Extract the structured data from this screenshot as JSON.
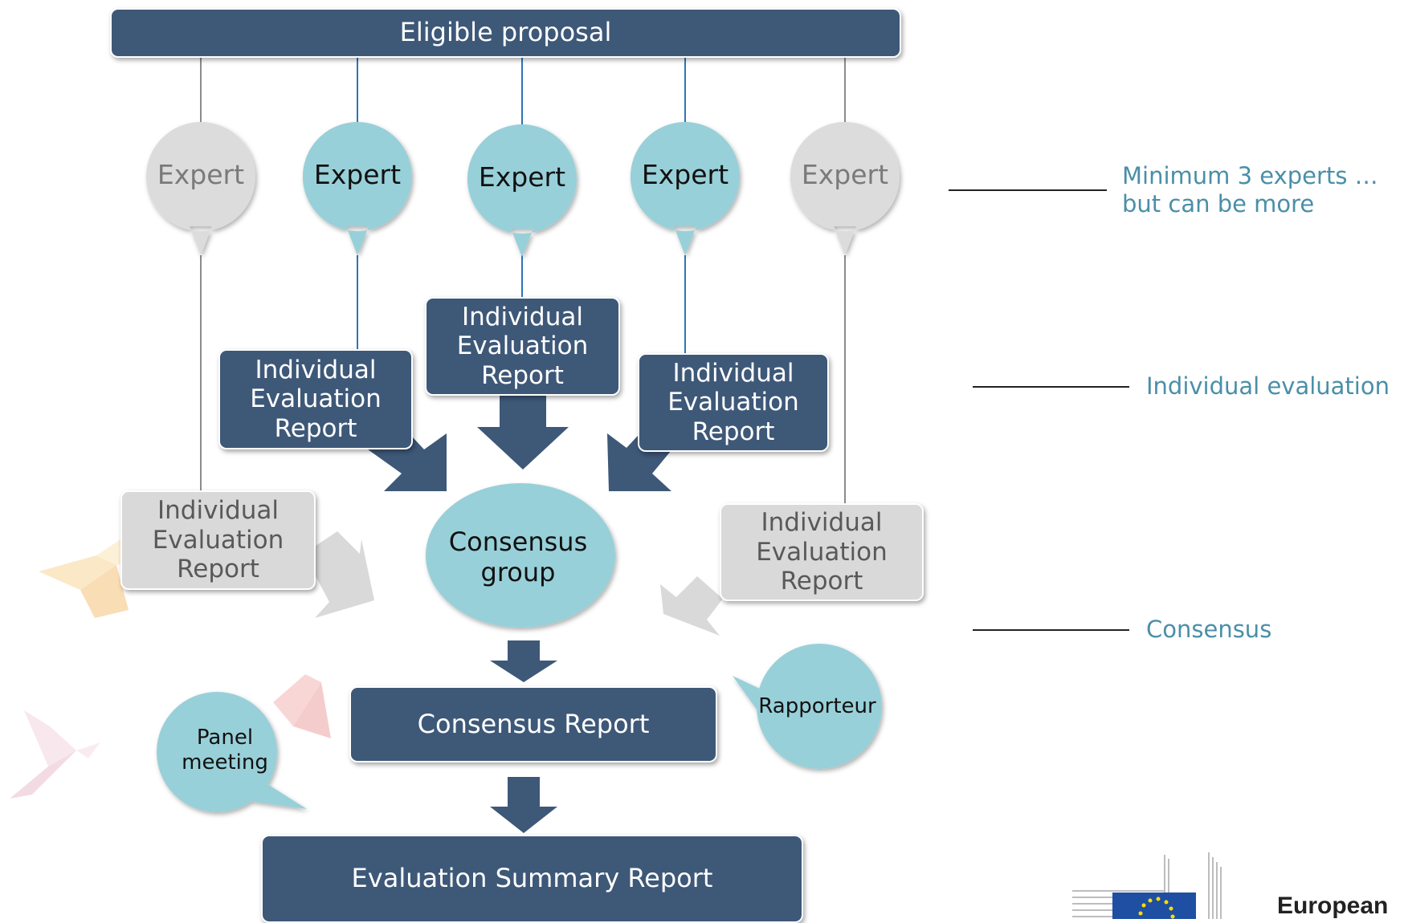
{
  "diagram": {
    "top_box": "Eligible proposal",
    "experts": [
      {
        "label": "Expert",
        "style": "optional"
      },
      {
        "label": "Expert",
        "style": "required"
      },
      {
        "label": "Expert",
        "style": "required"
      },
      {
        "label": "Expert",
        "style": "required"
      },
      {
        "label": "Expert",
        "style": "optional"
      }
    ],
    "individual_reports": [
      {
        "label": "Individual Evaluation Report",
        "style": "required"
      },
      {
        "label": "Individual Evaluation Report",
        "style": "required"
      },
      {
        "label": "Individual Evaluation Report",
        "style": "required"
      },
      {
        "label": "Individual Evaluation Report",
        "style": "optional"
      },
      {
        "label": "Individual Evaluation Report",
        "style": "optional"
      }
    ],
    "consensus_group": "Consensus group",
    "rapporteur": "Rapporteur",
    "panel_meeting": "Panel meeting",
    "consensus_report": "Consensus Report",
    "summary_report": "Evaluation Summary Report"
  },
  "side_labels": {
    "experts": "Minimum 3 experts … but can be more",
    "individual": "Individual evaluation",
    "consensus": "Consensus"
  },
  "logo": {
    "text": "European"
  },
  "colors": {
    "box_dark": "#3e5878",
    "bubble_teal": "#98d0d9",
    "bubble_grey": "#dcdcdc",
    "box_grey": "#d9d9d9",
    "side_text": "#4a8fa8"
  }
}
